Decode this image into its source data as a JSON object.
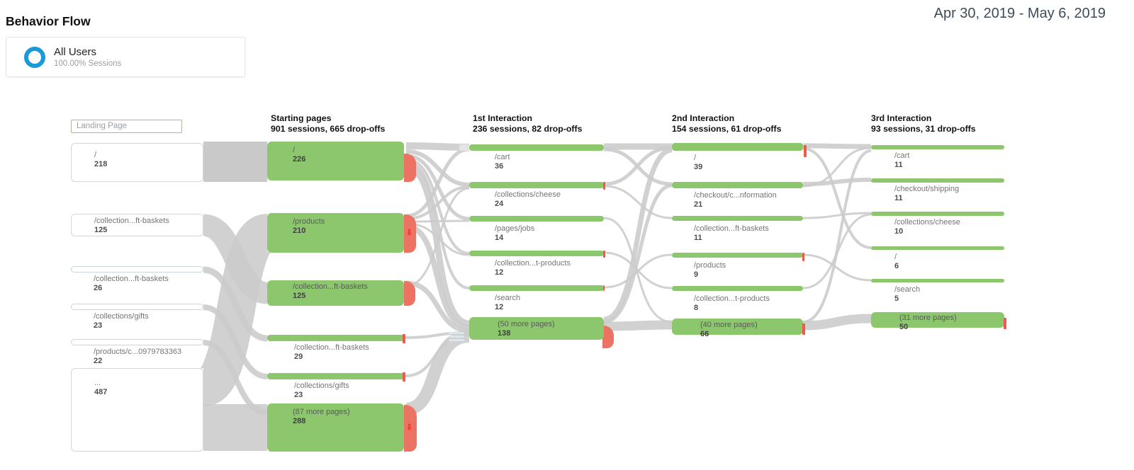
{
  "header": {
    "title": "Behavior Flow",
    "date_range": "Apr 30, 2019 - May 6, 2019"
  },
  "segment": {
    "name": "All Users",
    "sessions": "100.00% Sessions"
  },
  "icons": {
    "dropoff_arrow_glyph": "⇩"
  },
  "colors": {
    "node_green": "#8cc76e",
    "dropoff_red": "#ec7364",
    "tick_red": "#ee5a47",
    "link_gray": "#cbcbcb",
    "highlight_teal": "#dbe7ea",
    "segment_blue": "#1a9ad6"
  },
  "flow": {
    "landing": {
      "selector_label": "Landing Page",
      "nodes": [
        {
          "label": "/",
          "value": "218"
        },
        {
          "label": "/collection...ft-baskets",
          "value": "125"
        },
        {
          "label": "/collection...ft-baskets",
          "value": "26"
        },
        {
          "label": "/collections/gifts",
          "value": "23"
        },
        {
          "label": "/products/c...0979783363",
          "value": "22"
        },
        {
          "label": "...",
          "value": "487"
        }
      ]
    },
    "columns": [
      {
        "title": "Starting pages",
        "subtitle": "901 sessions, 665 drop-offs",
        "nodes": [
          {
            "label": "/",
            "value": "226"
          },
          {
            "label": "/products",
            "value": "210"
          },
          {
            "label": "/collection...ft-baskets",
            "value": "125"
          },
          {
            "label": "/collection...ft-baskets",
            "value": "29"
          },
          {
            "label": "/collections/gifts",
            "value": "23"
          },
          {
            "label": "(87 more pages)",
            "value": "288"
          }
        ]
      },
      {
        "title": "1st Interaction",
        "subtitle": "236 sessions, 82 drop-offs",
        "nodes": [
          {
            "label": "/cart",
            "value": "36"
          },
          {
            "label": "/collections/cheese",
            "value": "24"
          },
          {
            "label": "/pages/jobs",
            "value": "14"
          },
          {
            "label": "/collection...t-products",
            "value": "12"
          },
          {
            "label": "/search",
            "value": "12"
          },
          {
            "label": "(50 more pages)",
            "value": "138"
          }
        ]
      },
      {
        "title": "2nd Interaction",
        "subtitle": "154 sessions, 61 drop-offs",
        "nodes": [
          {
            "label": "/",
            "value": "39"
          },
          {
            "label": "/checkout/c...nformation",
            "value": "21"
          },
          {
            "label": "/collection...ft-baskets",
            "value": "11"
          },
          {
            "label": "/products",
            "value": "9"
          },
          {
            "label": "/collection...t-products",
            "value": "8"
          },
          {
            "label": "(40 more pages)",
            "value": "66"
          }
        ]
      },
      {
        "title": "3rd Interaction",
        "subtitle": "93 sessions, 31 drop-offs",
        "nodes": [
          {
            "label": "/cart",
            "value": "11"
          },
          {
            "label": "/checkout/shipping",
            "value": "11"
          },
          {
            "label": "/collections/cheese",
            "value": "10"
          },
          {
            "label": "/",
            "value": "6"
          },
          {
            "label": "/search",
            "value": "5"
          },
          {
            "label": "(31 more pages)",
            "value": "50"
          }
        ]
      }
    ]
  }
}
